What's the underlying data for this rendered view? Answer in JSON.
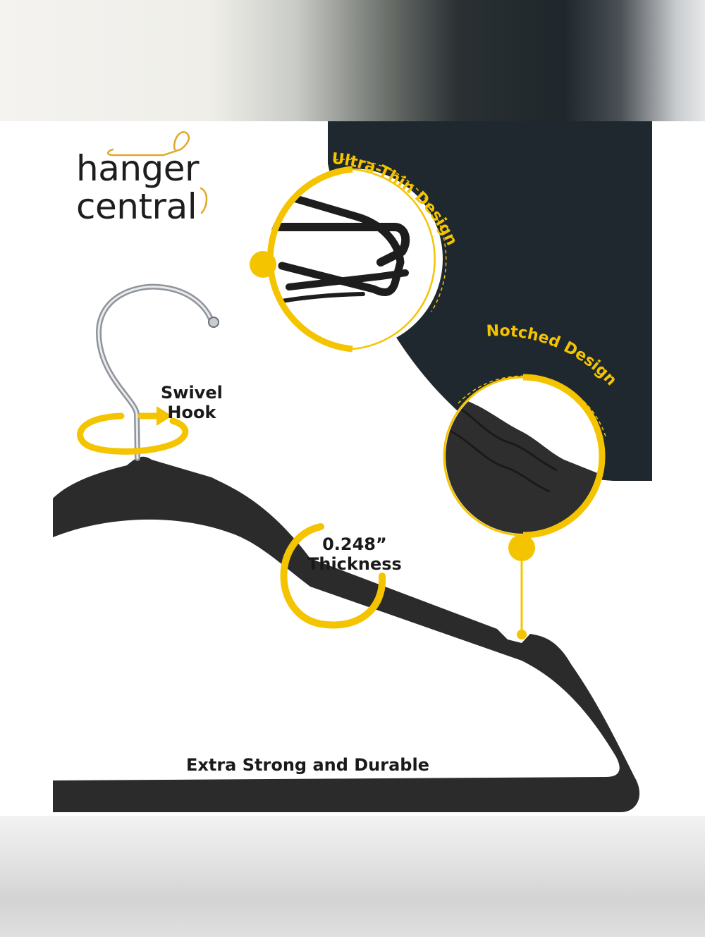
{
  "brand": {
    "line1": "hanger",
    "line2": "central"
  },
  "callouts": {
    "ultra_thin": "Ultra-Thin Design",
    "notched": "Notched Design",
    "swivel_line1": "Swivel",
    "swivel_line2": "Hook",
    "thickness_line1": "0.248”",
    "thickness_line2": "Thickness",
    "strength": "Extra Strong and Durable"
  },
  "colors": {
    "accent": "#f5c400",
    "dark_panel": "#1f282e",
    "hanger": "#2a2a2a"
  }
}
